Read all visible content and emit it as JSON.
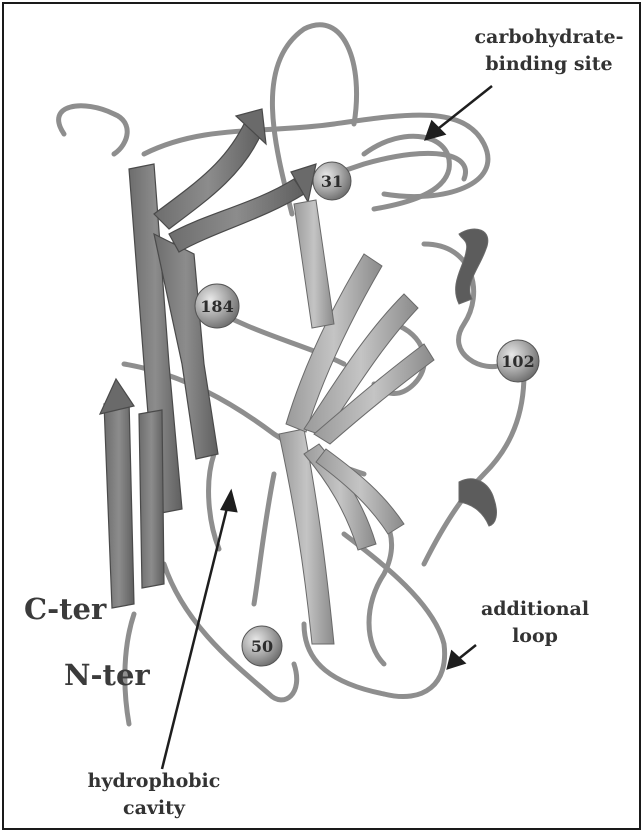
{
  "figure": {
    "labels": {
      "carbohydrate_binding_site": [
        "carbohydrate-",
        "binding site"
      ],
      "c_ter": "C-ter",
      "n_ter": "N-ter",
      "additional_loop": [
        "additional",
        "loop"
      ],
      "hydrophobic_cavity": [
        "hydrophobic",
        "cavity"
      ]
    },
    "residue_markers": [
      "31",
      "184",
      "102",
      "50"
    ]
  }
}
